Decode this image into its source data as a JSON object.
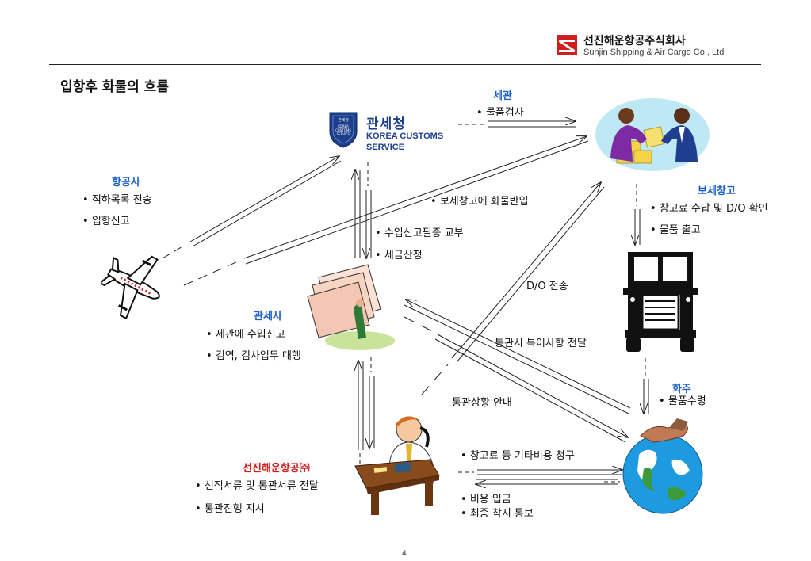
{
  "header": {
    "company_kr": "선진해운항공주식회사",
    "company_en": "Sunjin Shipping & Air Cargo Co., Ltd",
    "colors": {
      "logo_red": "#d11d1d",
      "rule": "#222222"
    }
  },
  "title": "입항후 화물의 흐름",
  "page_number": "4",
  "customs_logo": {
    "kr": "관세청",
    "en_line1": "KOREA CUSTOMS",
    "en_line2": "SERVICE",
    "badge_text": [
      "관세청",
      "KOREA",
      "CUSTOMS",
      "SERVICE"
    ],
    "color": "#1c3f8c"
  },
  "nodes": {
    "customs": {
      "heading": "세관",
      "items": [
        "물품검사"
      ]
    },
    "airline": {
      "heading": "항공사",
      "items": [
        "적하목록 전송",
        "입항신고"
      ]
    },
    "bonded": {
      "heading": "보세창고",
      "items": [
        "창고료 수납 및 D/O 확인",
        "물품 출고"
      ]
    },
    "broker": {
      "heading": "관세사",
      "items": [
        "세관에 수입신고",
        "검역, 검사업무 대행"
      ]
    },
    "owner": {
      "heading": "화주",
      "items": [
        "물품수령"
      ]
    },
    "sunjin": {
      "heading": "선진해운항공㈜",
      "items": [
        "선적서류 및 통관서류 전달",
        "통관진행 지시"
      ]
    }
  },
  "edge_labels": {
    "to_bonded": "보세창고에 화물반입",
    "customs_broker": [
      "수입신고필증 교부",
      "세금산정"
    ],
    "do_send": "D/O 전송",
    "special_notes": "통관시 특이사항 전달",
    "status_guide": "통관상황 안내",
    "fee_claim": "창고료 등 기타비용 청구",
    "payment": [
      "비용 입금",
      "최종 착지 통보"
    ]
  },
  "icons": [
    "airplane-icon",
    "customs-officers-icon",
    "truck-icon",
    "documents-icon",
    "phone-worker-icon",
    "globe-icon"
  ]
}
